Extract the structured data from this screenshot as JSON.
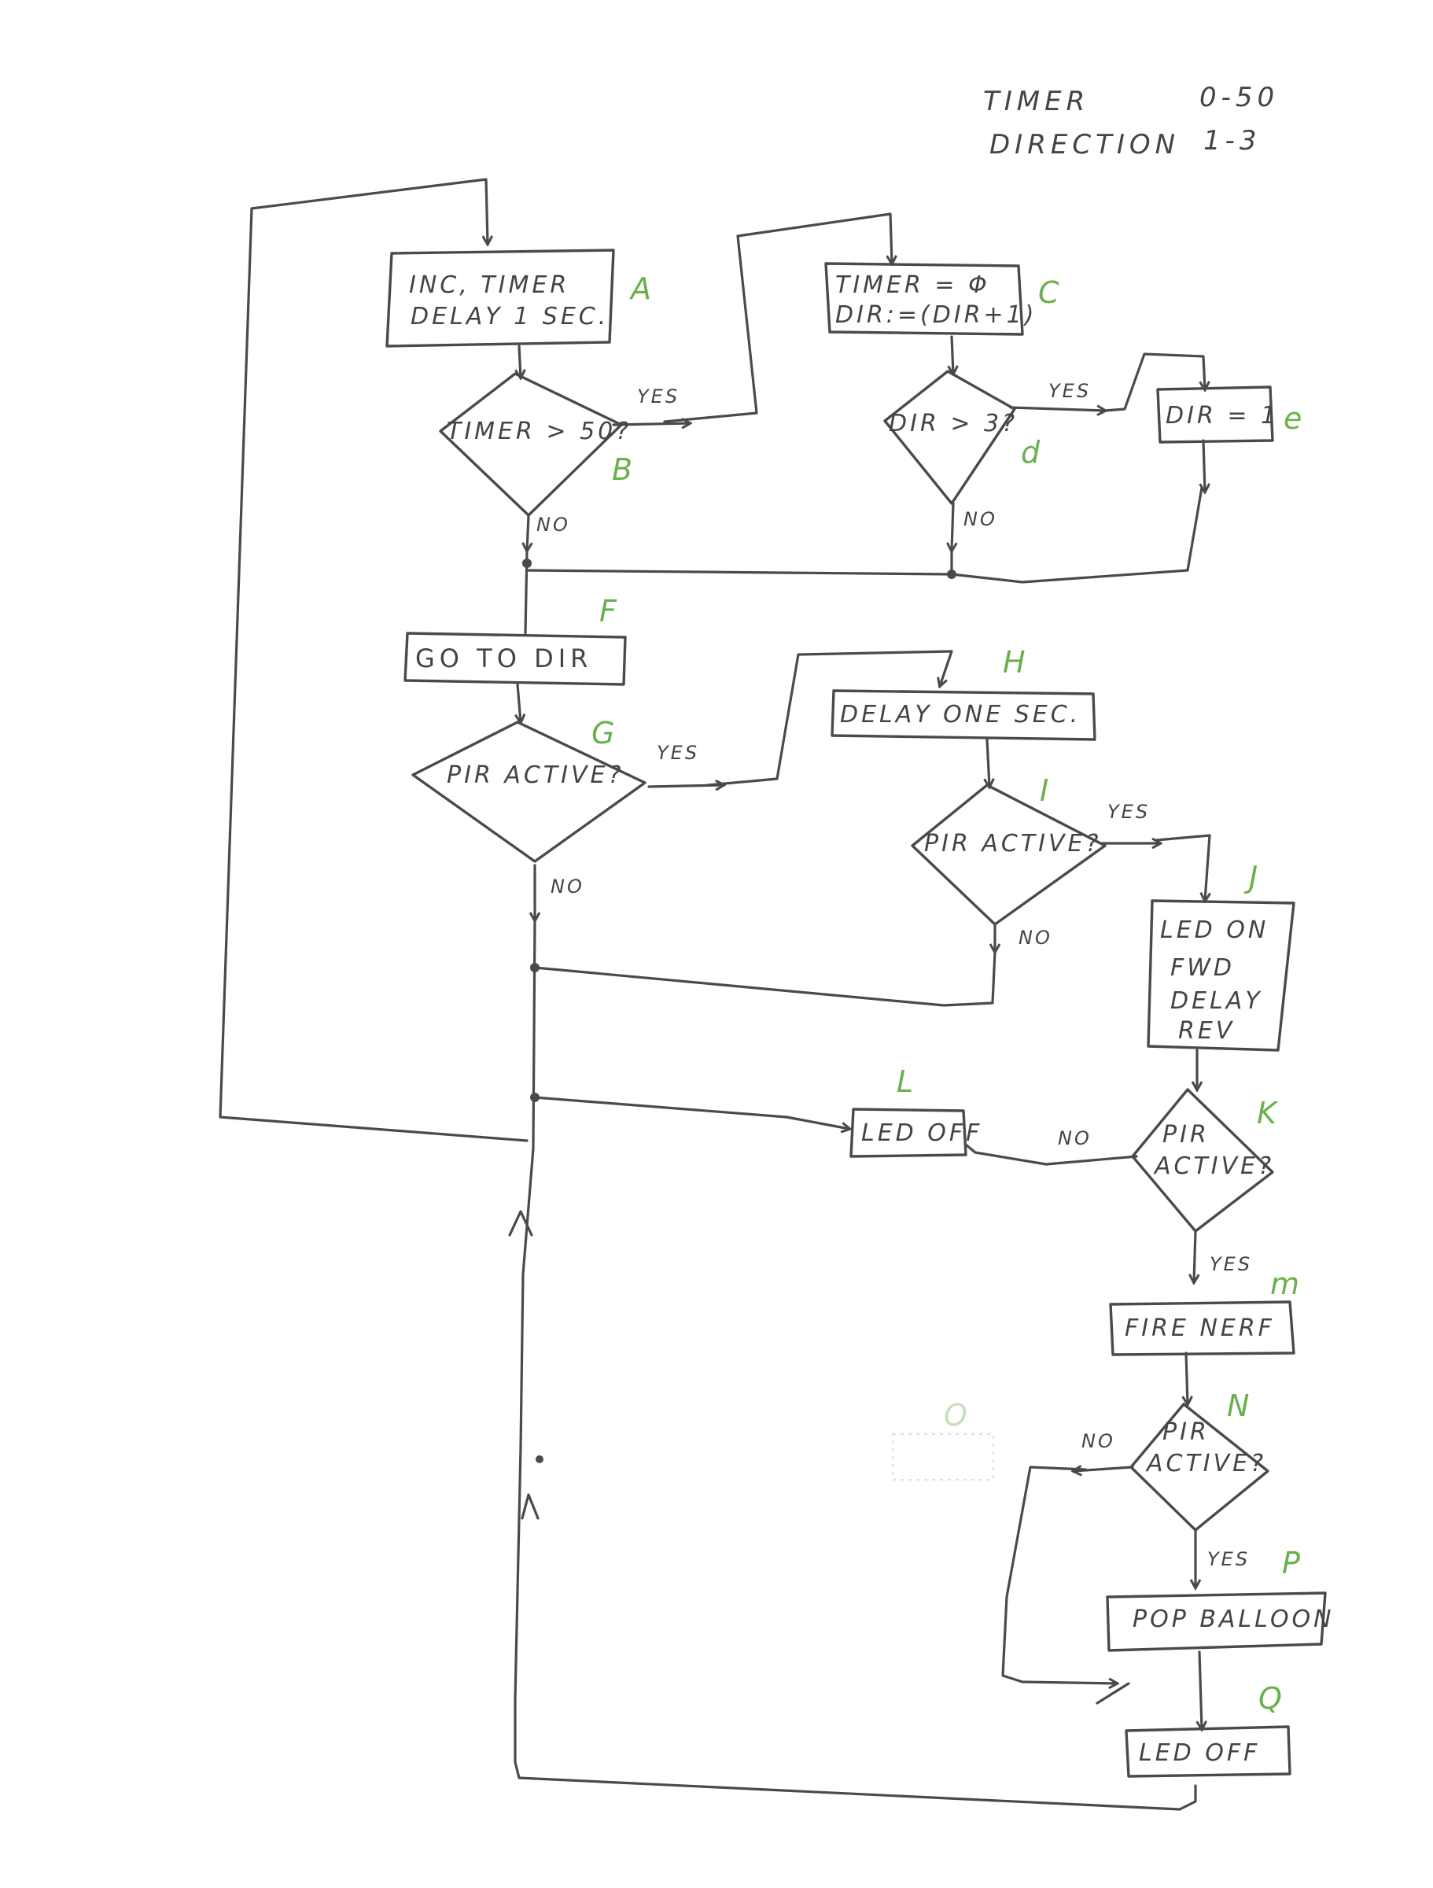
{
  "legend": {
    "timer_label": "TIMER",
    "timer_range": "0-50",
    "direction_label": "DIRECTION",
    "direction_range": "1-3"
  },
  "nodes": {
    "A": {
      "tag": "A",
      "line1": "INC, TIMER",
      "line2": "DELAY  1 SEC."
    },
    "B": {
      "tag": "B",
      "text": "TIMER > 50?"
    },
    "C": {
      "tag": "C",
      "line1": "TIMER = Φ",
      "line2": "DIR:=(DIR+1)"
    },
    "D": {
      "tag": "d",
      "text": "DIR > 3?"
    },
    "E": {
      "tag": "e",
      "text": "DIR = 1"
    },
    "F": {
      "tag": "F",
      "text": "GO TO DIR"
    },
    "G": {
      "tag": "G",
      "text": "PIR ACTIVE?"
    },
    "H": {
      "tag": "H",
      "text": "DELAY ONE SEC."
    },
    "I": {
      "tag": "I",
      "text": "PIR ACTIVE?"
    },
    "J": {
      "tag": "J",
      "line1": "LED ON",
      "line2": "FWD",
      "line3": "DELAY",
      "line4": "REV"
    },
    "K": {
      "tag": "K",
      "line1": "PIR",
      "line2": "ACTIVE?"
    },
    "L": {
      "tag": "L",
      "text": "LED OFF"
    },
    "M": {
      "tag": "m",
      "text": "FIRE NERF"
    },
    "N": {
      "tag": "N",
      "line1": "PIR",
      "line2": "ACTIVE?"
    },
    "O": {
      "tag": "O"
    },
    "P": {
      "tag": "P",
      "text": "POP BALLOON"
    },
    "Q": {
      "tag": "Q",
      "text": "LED OFF"
    }
  },
  "edge_labels": {
    "b_yes": "YES",
    "b_no": "NO",
    "d_yes": "YES",
    "d_no": "NO",
    "g_yes": "YES",
    "g_no": "NO",
    "i_yes": "YES",
    "i_no": "NO",
    "k_no": "NO",
    "k_yes": "YES",
    "n_no": "NO",
    "n_yes": "YES"
  }
}
